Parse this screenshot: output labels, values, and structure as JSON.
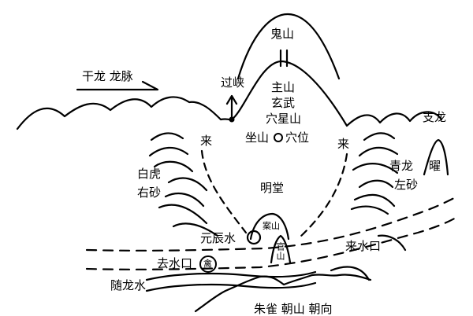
{
  "diagram": {
    "labels": {
      "ganlong_longmai": "干龙  龙脉",
      "guishan": "鬼山",
      "guoxia": "过峡",
      "zhushan": "主山",
      "xuanwu": "玄武",
      "xuexingshan": "穴星山",
      "zuoshan_xuewei": "坐山",
      "xuewei": "穴位",
      "zhilong": "支龙",
      "lai_left": "来",
      "lai_right": "来",
      "baihu": "白虎",
      "yousha": "右砂",
      "qinglong": "青龙",
      "zuosha": "左砂",
      "yao": "曜",
      "mingtang": "明堂",
      "anshan": "案山",
      "guanshan": "官山",
      "yuanchenshui": "元辰水",
      "qushuikou": "去水口",
      "qin": "禽",
      "laishuikou": "来水口",
      "suilongshui": "随龙水",
      "zhuque_chaoshan_chaoxiang": "朱雀  朝山  朝向"
    }
  }
}
